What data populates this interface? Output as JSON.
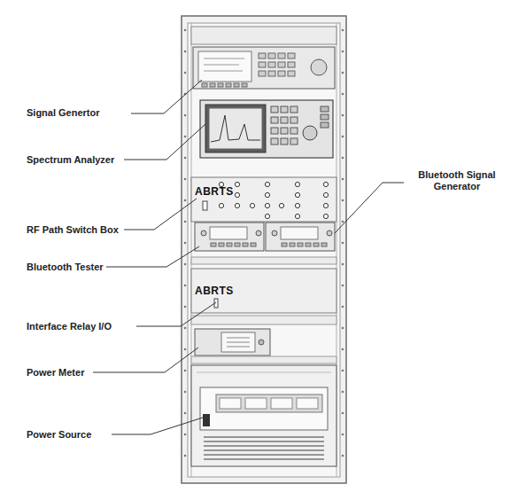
{
  "diagram": {
    "labels": [
      "Signal Genertor",
      "Spectrum Analyzer",
      "RF Path Switch Box",
      "Bluetooth Tester",
      "Interface Relay I/O",
      "Power Meter",
      "Power Source",
      "Bluetooth Signal Generator",
      "ABRTS",
      "ABRTS"
    ]
  }
}
